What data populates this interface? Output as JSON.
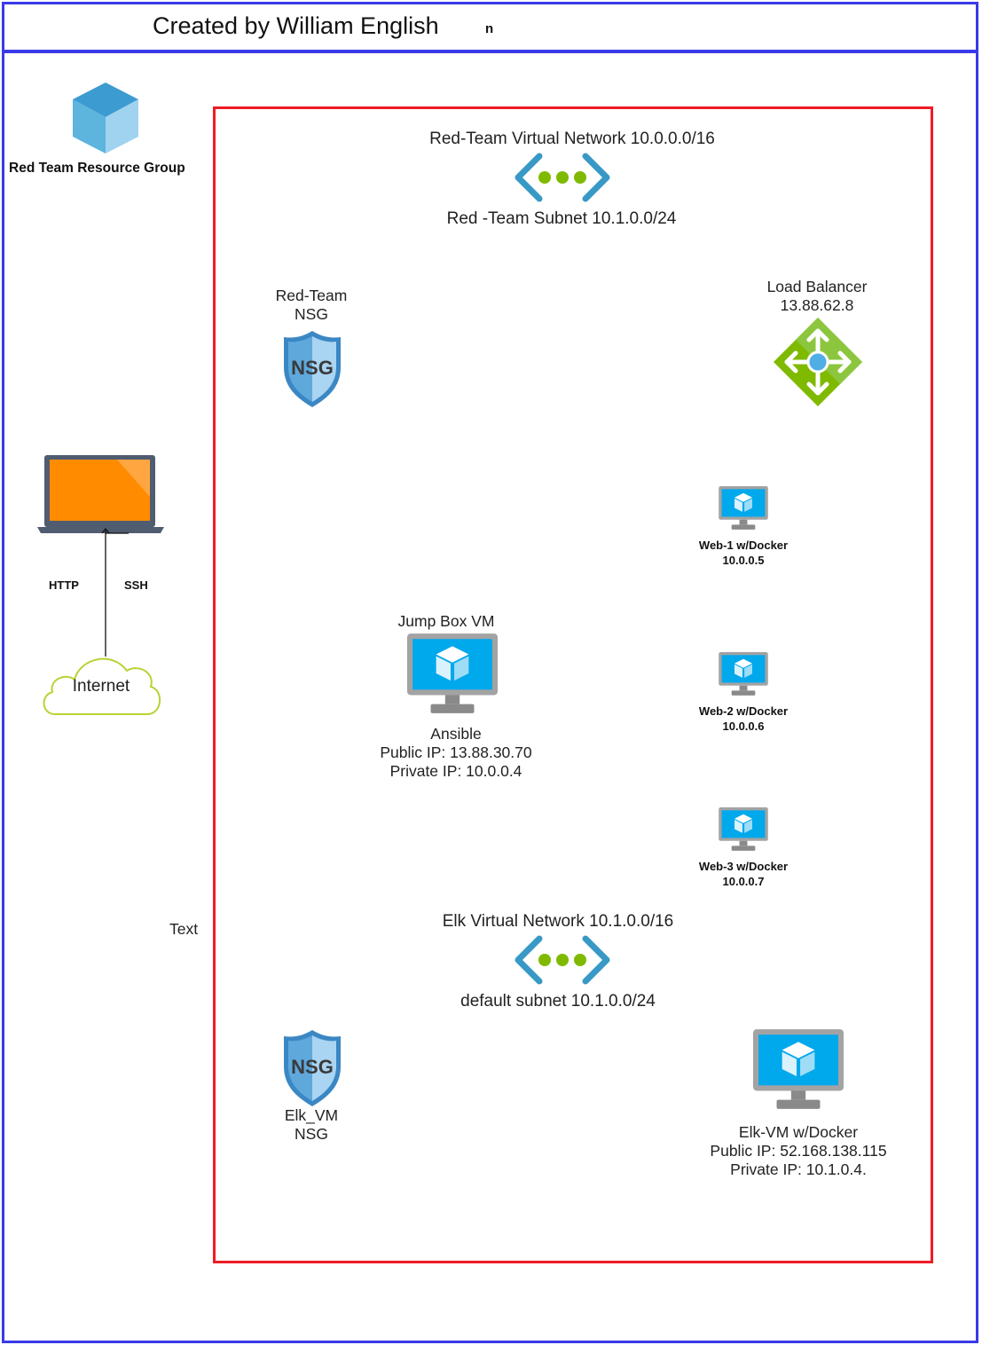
{
  "header": {
    "title": "Created by William English",
    "marker": "n"
  },
  "resource_group": {
    "label": "Red Team Resource Group",
    "icon": "resource-group-cube-icon"
  },
  "client": {
    "icon": "laptop-icon",
    "labels": [
      "HTTP",
      "SSH"
    ]
  },
  "internet": {
    "label": "Internet",
    "icon": "cloud-icon"
  },
  "stray_text": "Text",
  "red_vnet": {
    "title": "Red-Team Virtual Network 10.0.0.0/16",
    "subnet": "Red -Team Subnet 10.1.0.0/24",
    "icon": "virtual-network-icon"
  },
  "red_nsg": {
    "line1": "Red-Team",
    "line2": "NSG",
    "icon_text": "NSG",
    "icon": "nsg-shield-icon"
  },
  "load_balancer": {
    "line1": "Load Balancer",
    "line2": "13.88.62.8",
    "icon": "load-balancer-icon"
  },
  "jump_box": {
    "title": "Jump Box VM",
    "line1": "Ansible",
    "line2": "Public IP: 13.88.30.70",
    "line3": "Private IP: 10.0.0.4",
    "icon": "vm-monitor-icon"
  },
  "web_vms": [
    {
      "name": "Web-1 w/Docker",
      "ip": "10.0.0.5"
    },
    {
      "name": "Web-2 w/Docker",
      "ip": "10.0.0.6"
    },
    {
      "name": "Web-3 w/Docker",
      "ip": "10.0.0.7"
    }
  ],
  "elk_vnet": {
    "title": "Elk Virtual Network 10.1.0.0/16",
    "subnet": "default subnet 10.1.0.0/24",
    "icon": "virtual-network-icon"
  },
  "elk_nsg": {
    "line1": "Elk_VM",
    "line2": "NSG",
    "icon_text": "NSG",
    "icon": "nsg-shield-icon"
  },
  "elk_vm": {
    "line1": "Elk-VM w/Docker",
    "line2": "Public IP: 52.168.138.115",
    "line3": "Private IP: 10.1.0.4.",
    "icon": "vm-monitor-icon"
  },
  "colors": {
    "frame": "#3a3ae8",
    "boundary": "#ee1c24",
    "azure_blue": "#3999c6",
    "vnet_green": "#7fba00",
    "laptop_orange": "#ff8c00"
  }
}
